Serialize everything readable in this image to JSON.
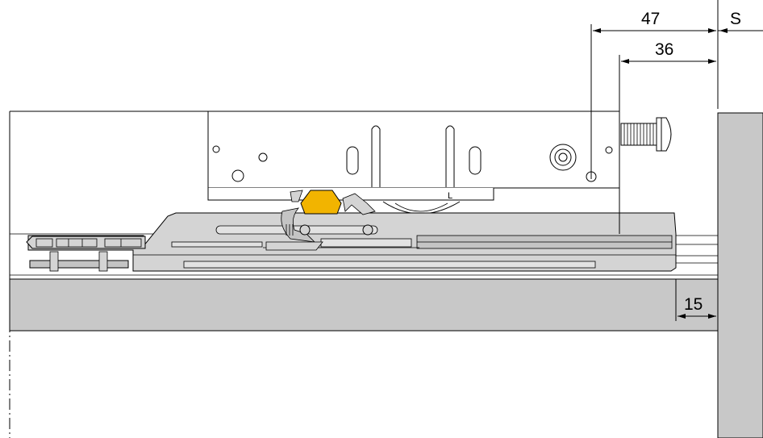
{
  "dimensions": {
    "d47": "47",
    "d36": "36",
    "dS": "S",
    "d15": "15"
  },
  "marks": {
    "left_label": "L"
  },
  "colors": {
    "panel_gray": "#c8c8c8",
    "part_gray": "#d4d4d4",
    "rail_gray": "#bdbdbd",
    "accent_yellow": "#f2b400",
    "line": "#000000"
  }
}
